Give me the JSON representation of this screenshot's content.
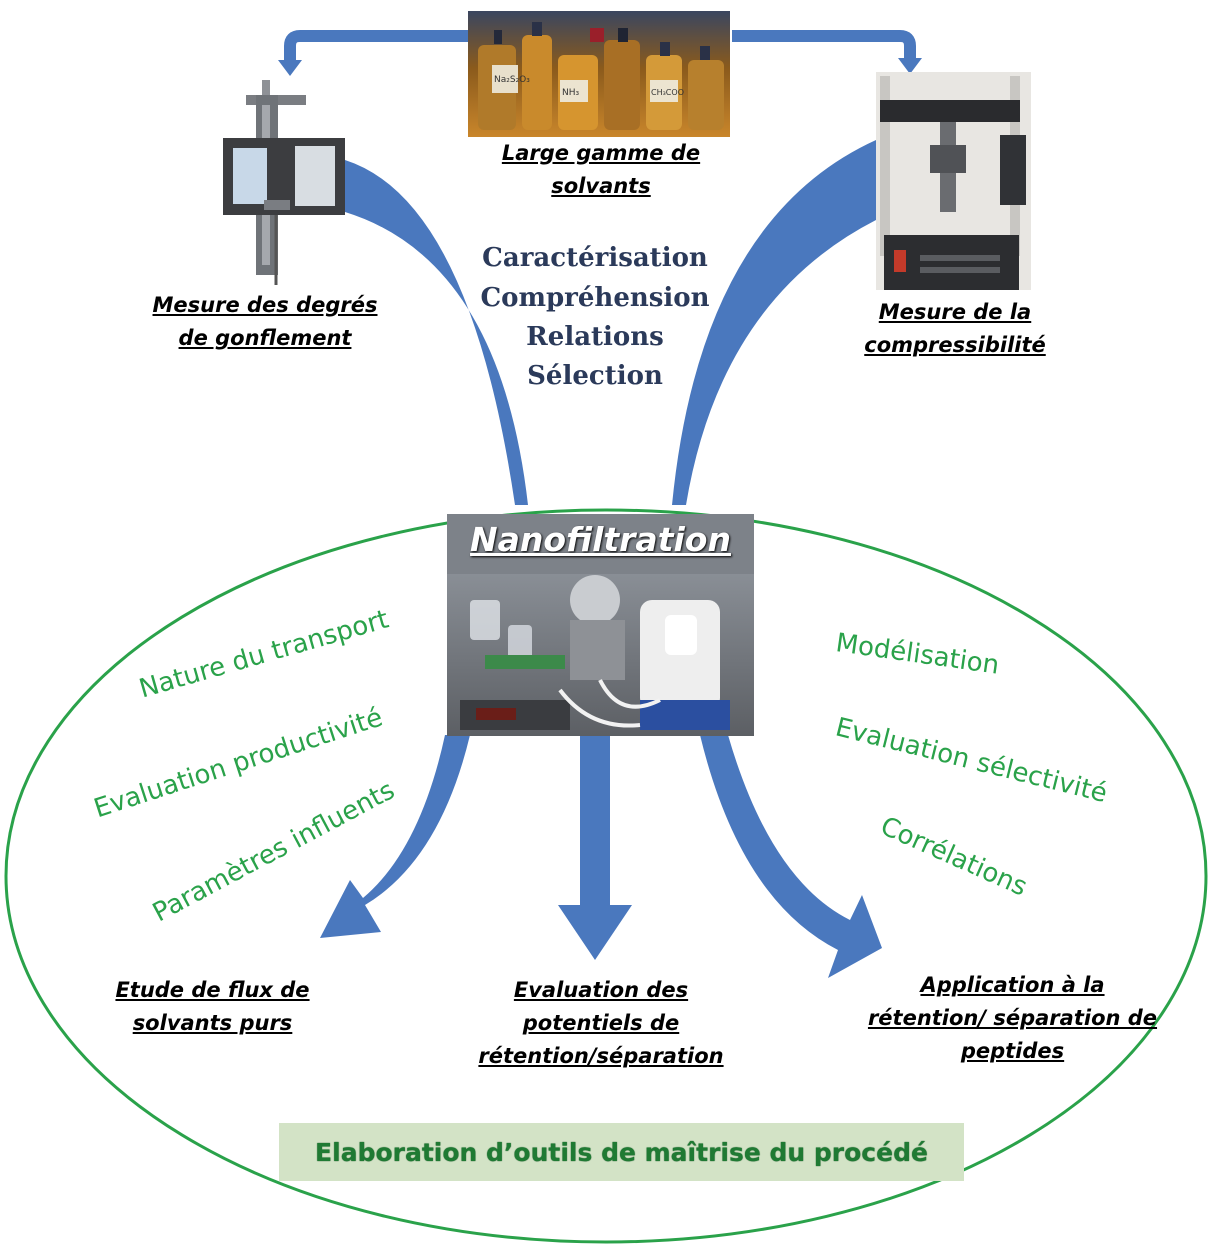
{
  "top_labels": {
    "solvents": [
      "Large gamme de",
      "solvants"
    ],
    "swelling": [
      "Mesure des degrés",
      "de gonflement"
    ],
    "compressibility": [
      "Mesure de la",
      "compressibilité"
    ]
  },
  "central_words": [
    "Caractérisation",
    "Compréhension",
    "Relations",
    "Sélection"
  ],
  "nanofiltration_title": "Nanofiltration",
  "left_green_words": [
    "Nature du transport",
    "Evaluation productivité",
    "Paramètres influents"
  ],
  "right_green_words": [
    "Modélisation",
    "Evaluation sélectivité",
    "Corrélations"
  ],
  "bottom_labels": {
    "flux": [
      "Etude de flux de",
      "solvants purs"
    ],
    "evaluation": [
      "Evaluation des",
      "potentiels de",
      "rétention/séparation"
    ],
    "application": [
      "Application à la",
      "rétention/ séparation de",
      "peptides"
    ]
  },
  "banner": "Elaboration d’outils de maîtrise du procédé",
  "bottle_labels": [
    "Na₂S₂O₃",
    "NH₃",
    "CH₃COO"
  ],
  "colors": {
    "arrow": "#4a78be",
    "arrow_dark": "#2e5a9e",
    "ellipse": "#2aa24a",
    "green_text": "#2aa24a",
    "banner_bg": "#d3e3c6",
    "banner_text": "#1f7a33",
    "central_text": "#2b3a5a"
  }
}
